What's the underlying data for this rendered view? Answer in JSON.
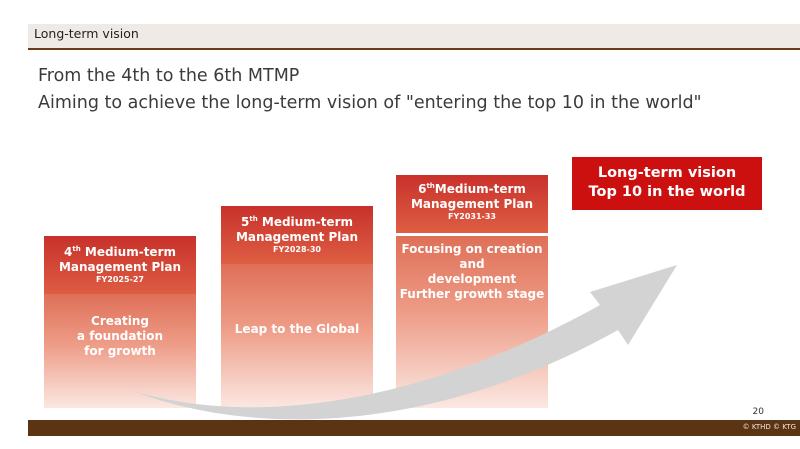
{
  "header": {
    "section_title": "Long-term vision"
  },
  "headline": {
    "line1": "From the 4th to the 6th MTMP",
    "line2": "Aiming to achieve the long-term vision of \"entering the top 10 in the world\""
  },
  "plans": [
    {
      "ordinal_num": "4",
      "ordinal_sup": "th",
      "title_line1": " Medium-term",
      "title_line2": "Management Plan",
      "fy": "FY2025-27",
      "body": [
        "Creating",
        "a foundation",
        "for growth"
      ]
    },
    {
      "ordinal_num": "5",
      "ordinal_sup": "th",
      "title_line1": " Medium-term",
      "title_line2": "Management Plan",
      "fy": "FY2028-30",
      "body": [
        "Leap to the Global"
      ]
    },
    {
      "ordinal_num": "6",
      "ordinal_sup": "th",
      "title_line1": "Medium-term",
      "title_line2": "Management Plan",
      "fy": "FY2031-33",
      "body": [
        "Focusing on creation",
        "and",
        "development",
        "Further growth stage"
      ]
    }
  ],
  "vision_box": {
    "line1": "Long-term vision",
    "line2": "Top 10 in the world"
  },
  "footer": {
    "page_number": "20",
    "copyright": "© KTHD © KTG"
  },
  "colors": {
    "header_rule": "#6b3a1c",
    "plan_header": "#d2463a",
    "vision_box": "#cc1010",
    "arrow": "#d3d3d3",
    "footer_bar": "#5b3413"
  }
}
